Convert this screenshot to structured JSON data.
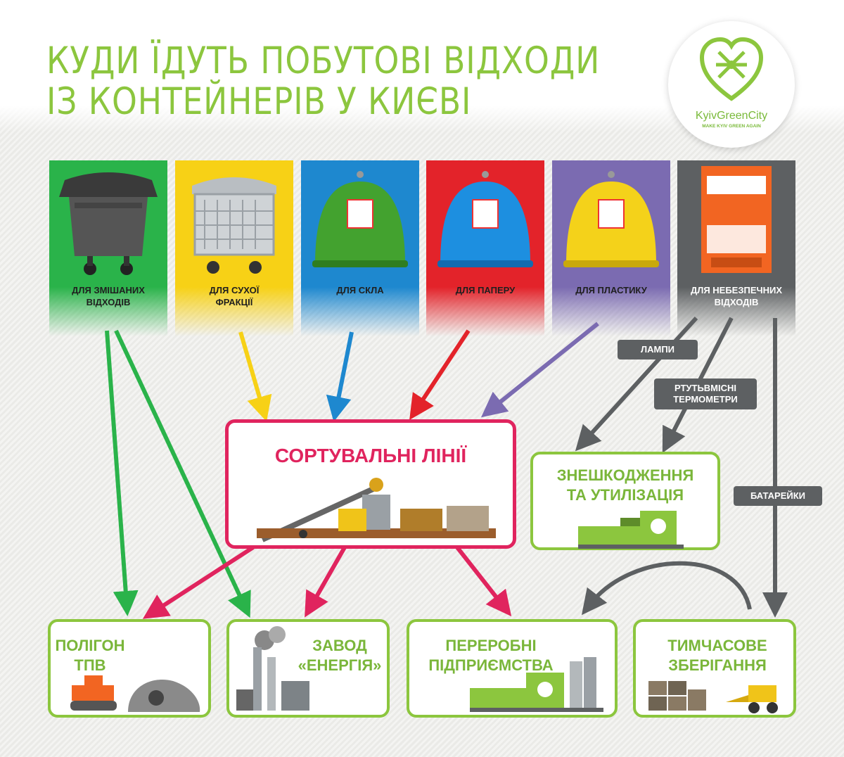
{
  "title": {
    "line1": "КУДИ ЇДУТЬ ПОБУТОВІ ВІДХОДИ",
    "line2": "ІЗ КОНТЕЙНЕРІВ У КИЄВІ"
  },
  "logo": {
    "name": "KyivGreenCity",
    "tagline": "MAKE KYIV GREEN AGAIN"
  },
  "containers": [
    {
      "label_line1": "ДЛЯ ЗМІШАНИХ",
      "label_line2": "ВІДХОДІВ",
      "color": "#2ab34a",
      "icon": "mixed-waste-bin-icon"
    },
    {
      "label_line1": "ДЛЯ СУХОЇ",
      "label_line2": "ФРАКЦІЇ",
      "color": "#f7d116",
      "icon": "dry-fraction-cage-bin-icon"
    },
    {
      "label_line1": "ДЛЯ СКЛА",
      "label_line2": "",
      "color": "#1e88cf",
      "icon": "glass-dome-bin-icon"
    },
    {
      "label_line1": "ДЛЯ ПАПЕРУ",
      "label_line2": "",
      "color": "#e3232a",
      "icon": "paper-dome-bin-icon"
    },
    {
      "label_line1": "ДЛЯ ПЛАСТИКУ",
      "label_line2": "",
      "color": "#7b6bb1",
      "icon": "plastic-dome-bin-icon"
    },
    {
      "label_line1": "ДЛЯ НЕБЕЗПЕЧНИХ",
      "label_line2": "ВІДХОДІВ",
      "color": "#5d6062",
      "icon": "hazardous-waste-box-icon"
    }
  ],
  "hazard_tags": {
    "lamps": "ЛАМПИ",
    "thermometers_line1": "РТУТЬВМІСНІ",
    "thermometers_line2": "ТЕРМОМЕТРИ",
    "batteries": "БАТАРЕЙКИ"
  },
  "sorting": {
    "title": "СОРТУВАЛЬНІ ЛІНІЇ",
    "icon": "conveyor-sorting-line-icon"
  },
  "disposal": {
    "line1": "ЗНЕШКОДЖЕННЯ",
    "line2": "ТА УТИЛІЗАЦІЯ",
    "icon": "recycling-facility-icon"
  },
  "destinations": {
    "landfill": {
      "line1": "ПОЛІГОН",
      "line2": "ТПВ",
      "icon": "landfill-bulldozer-icon"
    },
    "plant": {
      "line1": "ЗАВОД",
      "line2": "«ЕНЕРГІЯ»",
      "icon": "incineration-plant-icon"
    },
    "processing": {
      "line1": "ПЕРЕРОБНІ",
      "line2": "ПІДПРИЄМСТВА",
      "icon": "processing-plant-icon"
    },
    "storage": {
      "line1": "ТИМЧАСОВЕ",
      "line2": "ЗБЕРІГАННЯ",
      "icon": "storage-loader-icon"
    }
  },
  "colors": {
    "brand_green": "#8cc63e",
    "sorting_pink": "#e0245e",
    "hazard_gray": "#5d6062"
  }
}
